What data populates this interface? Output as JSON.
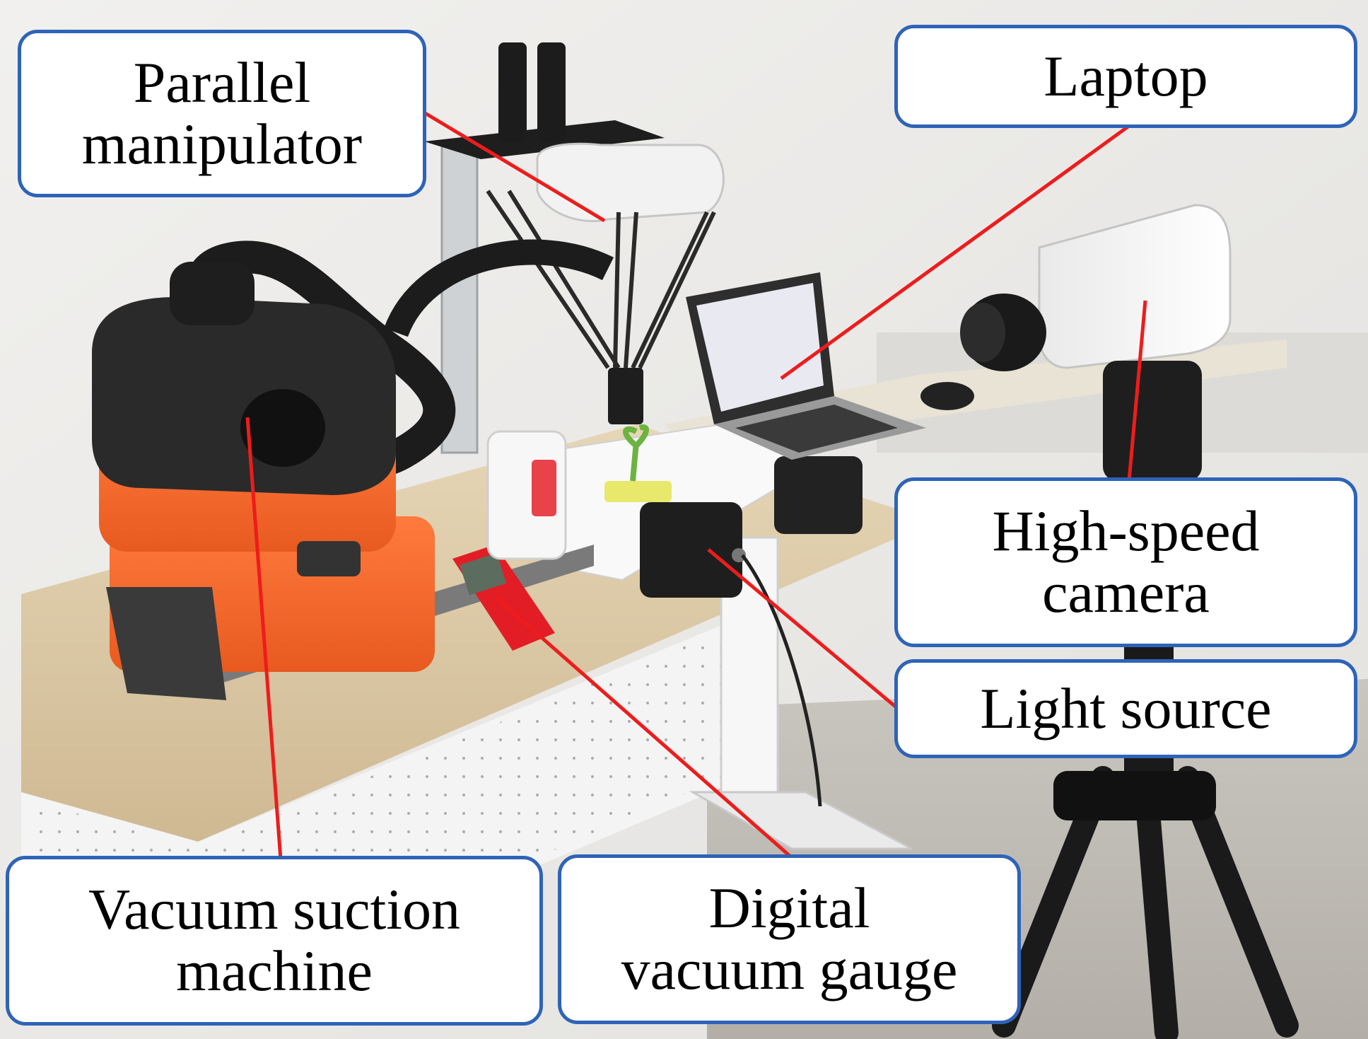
{
  "photo": {
    "subject": "laboratory test bench"
  },
  "labels": {
    "parallel_manipulator": {
      "line1": "Parallel",
      "line2": "manipulator"
    },
    "laptop": {
      "line1": "Laptop"
    },
    "high_speed_camera": {
      "line1": "High-speed",
      "line2": "camera"
    },
    "light_source": {
      "line1": "Light source"
    },
    "vacuum_suction_machine": {
      "line1": "Vacuum suction",
      "line2": "machine"
    },
    "digital_vacuum_gauge": {
      "line1": "Digital",
      "line2": "vacuum gauge"
    }
  },
  "colors": {
    "callout_border": "#2e63b8",
    "leader_line": "#ee1c1c",
    "vacuum_body": "#ff6a2c",
    "tabletop": "#dcc9a4"
  }
}
